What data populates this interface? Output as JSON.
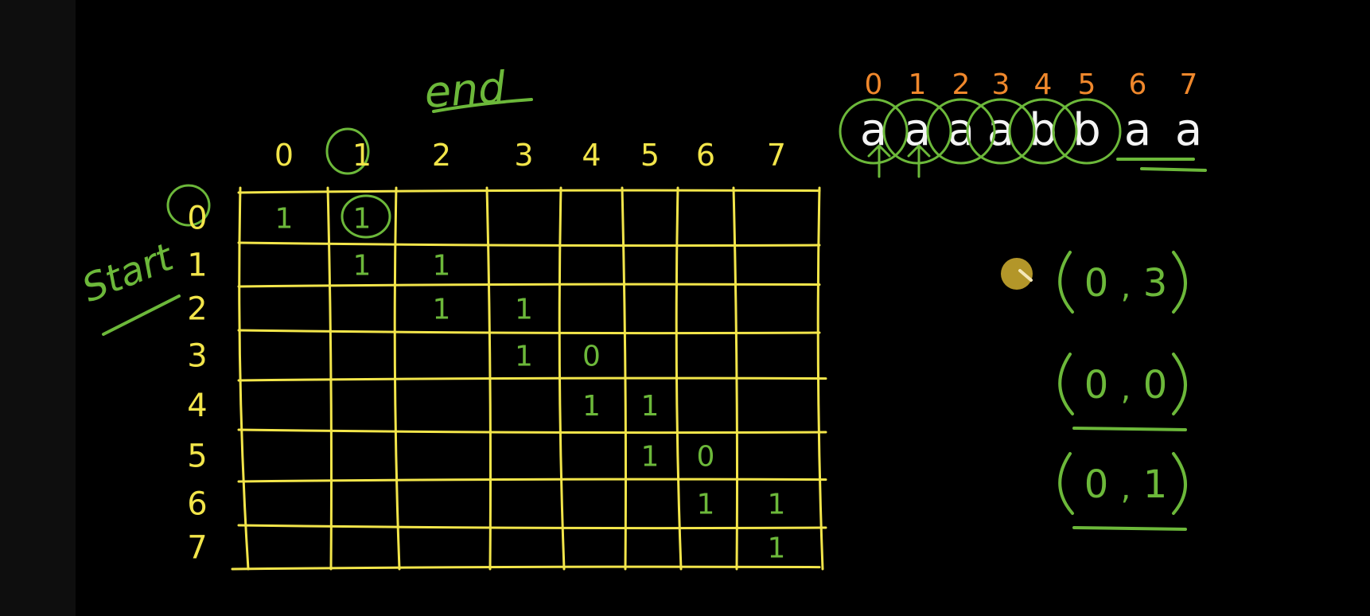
{
  "labels": {
    "end": "end",
    "start": "Start"
  },
  "column_headers": [
    "0",
    "1",
    "2",
    "3",
    "4",
    "5",
    "6",
    "7"
  ],
  "row_headers": [
    "0",
    "1",
    "2",
    "3",
    "4",
    "5",
    "6",
    "7"
  ],
  "highlighted": {
    "column": "1",
    "row": "0"
  },
  "table_cells": [
    {
      "row": 0,
      "col": 0,
      "value": "1"
    },
    {
      "row": 0,
      "col": 1,
      "value": "1"
    },
    {
      "row": 1,
      "col": 1,
      "value": "1"
    },
    {
      "row": 1,
      "col": 2,
      "value": "1"
    },
    {
      "row": 2,
      "col": 2,
      "value": "1"
    },
    {
      "row": 2,
      "col": 3,
      "value": "1"
    },
    {
      "row": 3,
      "col": 3,
      "value": "1"
    },
    {
      "row": 3,
      "col": 4,
      "value": "0"
    },
    {
      "row": 4,
      "col": 4,
      "value": "1"
    },
    {
      "row": 4,
      "col": 5,
      "value": "1"
    },
    {
      "row": 5,
      "col": 5,
      "value": "1"
    },
    {
      "row": 5,
      "col": 6,
      "value": "0"
    },
    {
      "row": 6,
      "col": 6,
      "value": "1"
    },
    {
      "row": 6,
      "col": 7,
      "value": "1"
    },
    {
      "row": 7,
      "col": 7,
      "value": "1"
    }
  ],
  "string": {
    "indices": [
      "0",
      "1",
      "2",
      "3",
      "4",
      "5",
      "6",
      "7"
    ],
    "chars": [
      "a",
      "a",
      "a",
      "a",
      "b",
      "b",
      "a",
      "a"
    ]
  },
  "pairs": [
    {
      "left": "0",
      "sep": ",",
      "right": "3"
    },
    {
      "left": "0",
      "sep": ",",
      "right": "0"
    },
    {
      "left": "0",
      "sep": ",",
      "right": "1"
    }
  ],
  "colors": {
    "background": "#000000",
    "grid_yellow": "#f2e54a",
    "ink_green": "#6cb83a",
    "index_orange": "#f0882c",
    "chalk_white": "#f4f4f4",
    "cursor": "#c7a62e"
  }
}
